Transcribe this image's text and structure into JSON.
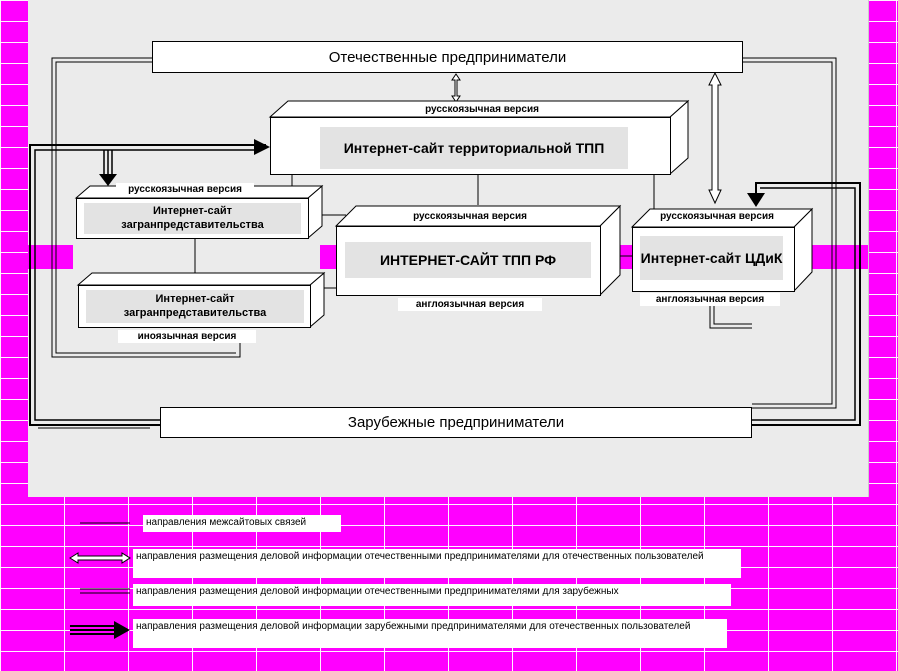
{
  "entities": {
    "domestic": "Отечественные предприниматели",
    "foreign": "Зарубежные предприниматели"
  },
  "sites": {
    "territorial": {
      "title": "Интернет-сайт территориальной ТПП",
      "version_label": "русскоязычная версия"
    },
    "rep_ru": {
      "title": "Интернет-сайт загранпредставительства",
      "version_label": "русскоязычная версия"
    },
    "rep_foreign": {
      "title": "Интернет-сайт загранпредставительства",
      "version_label": "иноязычная версия"
    },
    "tpp_rf": {
      "title": "ИНТЕРНЕТ-САЙТ ТПП РФ",
      "version_top": "русскоязычная версия",
      "version_bottom": "англоязычная версия"
    },
    "cdik": {
      "title": "Интернет-сайт ЦДиК",
      "version_top": "русскоязычная версия",
      "version_bottom": "англоязычная версия"
    }
  },
  "legend": [
    {
      "symbol": "thin-line",
      "text": "направления межсайтовых связей"
    },
    {
      "symbol": "hollow-double-arrow",
      "text": "направления размещения деловой информации отечественными предпринимателями для отечественных пользователей"
    },
    {
      "symbol": "double-line-arrow",
      "text": "направления размещения деловой информации отечественными предпринимателями для зарубежных"
    },
    {
      "symbol": "bold-filled-arrow",
      "text": "направления размещения деловой информации зарубежными предпринимателями для отечественных пользователей"
    }
  ],
  "colors": {
    "background": "#ff00ff",
    "panel": "#ebebeb",
    "box": "#ffffff",
    "title_plate": "#e3e3e3"
  }
}
